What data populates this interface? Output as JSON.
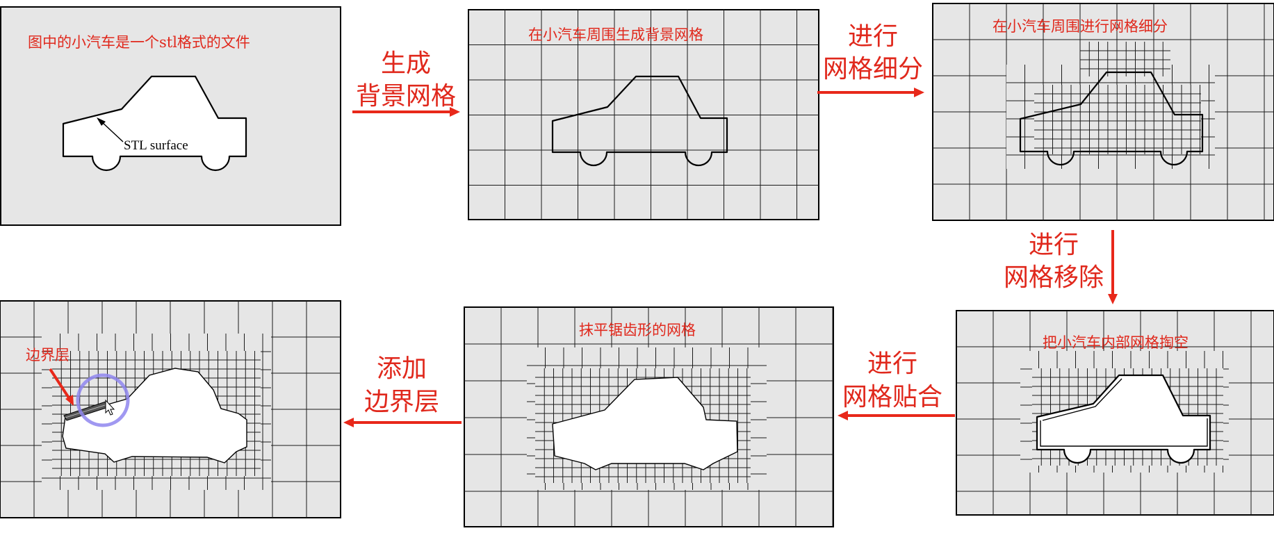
{
  "colors": {
    "caption": "#e0281c",
    "arrow": "#e8281a",
    "panel_fill": "#e6e6e6",
    "highlight_circle": "#8f86ee"
  },
  "panels": {
    "p1": {
      "caption": "图中的小汽车是一个stl格式的文件",
      "annotation": "STL surface"
    },
    "p2": {
      "caption": "在小汽车周围生成背景网格"
    },
    "p3": {
      "caption": "在小汽车周围进行网格细分"
    },
    "p4": {
      "caption": "把小汽车内部网格掏空"
    },
    "p5": {
      "caption": "抹平锯齿形的网格"
    },
    "p6": {
      "caption": "边界层"
    }
  },
  "steps": {
    "s1": {
      "line1": "生成",
      "line2": "背景网格"
    },
    "s2": {
      "line1": "进行",
      "line2": "网格细分"
    },
    "s3": {
      "line1": "进行",
      "line2": "网格移除"
    },
    "s4": {
      "line1": "进行",
      "line2": "网格贴合"
    },
    "s5": {
      "line1": "添加",
      "line2": "边界层"
    }
  }
}
